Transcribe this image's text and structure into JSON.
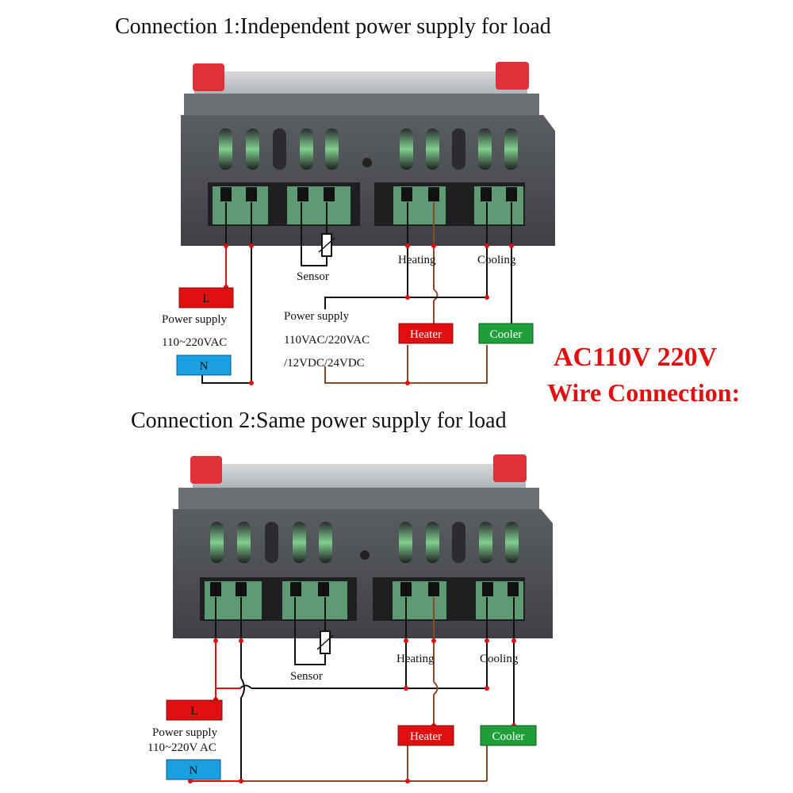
{
  "titles": {
    "connection1": "Connection 1:Independent power supply for load",
    "connection2": "Connection 2:Same power supply for load"
  },
  "note": {
    "line1": "AC110V  220V",
    "line2": "Wire Connection:",
    "color": "#e01010"
  },
  "diagram1": {
    "l_label": "L",
    "n_label": "N",
    "power_label": "Power supply",
    "power_voltage": "110~220VAC",
    "sensor_label": "Sensor",
    "heating_label": "Heating",
    "cooling_label": "Cooling",
    "heater_label": "Heater",
    "cooler_label": "Cooler",
    "load_supply_label": "Power supply",
    "load_supply_ac": "110VAC/220VAC",
    "load_supply_dc": "/12VDC/24VDC"
  },
  "diagram2": {
    "l_label": "L",
    "n_label": "N",
    "power_label": "Power supply",
    "power_voltage": "110~220V AC",
    "sensor_label": "Sensor",
    "heating_label": "Heating",
    "cooling_label": "Cooling",
    "heater_label": "Heater",
    "cooler_label": "Cooler"
  },
  "colors": {
    "live_wire": "#e01010",
    "load_wire": "#8a4a2a",
    "neutral_wire": "#111111",
    "l_box": "#e01010",
    "n_box": "#1aa0e0",
    "heater_box": "#e01010",
    "cooler_box": "#1f9e3a",
    "housing": "#4a4d52",
    "terminal_green": "#5e9b74",
    "bezel_red": "#e0303a"
  }
}
